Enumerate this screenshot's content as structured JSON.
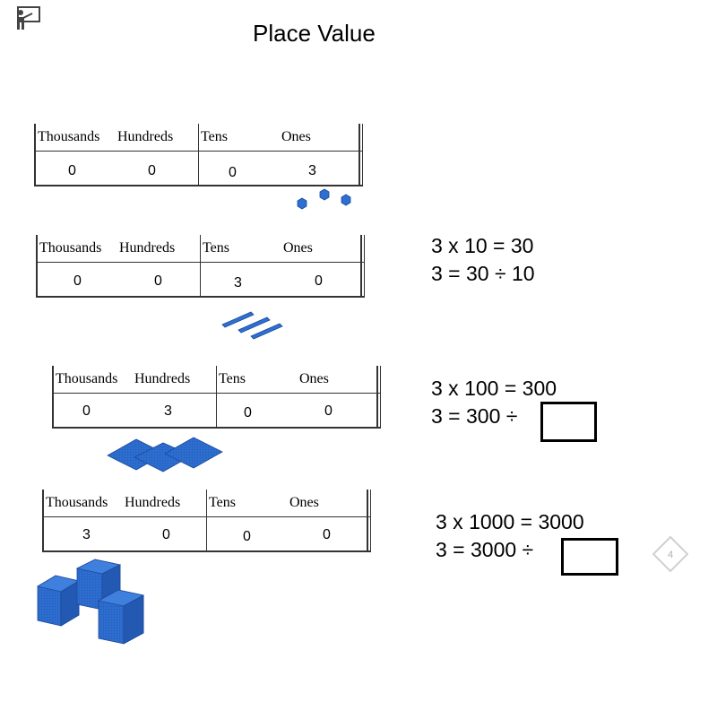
{
  "slide": {
    "title": "Place Value",
    "page_number": "4",
    "icons": [
      "presentation-teacher-icon",
      "diamond-page-marker"
    ],
    "block_color": "#2e6fd1"
  },
  "tables": [
    {
      "headers": [
        "Thousands",
        "Hundreds",
        "Tens",
        "Ones"
      ],
      "values": [
        "0",
        "0",
        "0",
        "3"
      ],
      "blocks": "3 unit cubes"
    },
    {
      "headers": [
        "Thousands",
        "Hundreds",
        "Tens",
        "Ones"
      ],
      "values": [
        "0",
        "0",
        "3",
        "0"
      ],
      "blocks": "3 ten rods"
    },
    {
      "headers": [
        "Thousands",
        "Hundreds",
        "Tens",
        "Ones"
      ],
      "values": [
        "0",
        "3",
        "0",
        "0"
      ],
      "blocks": "3 hundred flats"
    },
    {
      "headers": [
        "Thousands",
        "Hundreds",
        "Tens",
        "Ones"
      ],
      "values": [
        "3",
        "0",
        "0",
        "0"
      ],
      "blocks": "3 thousand cubes"
    }
  ],
  "equations": [
    {
      "line1": "3 x 10 = 30",
      "line2": "3 = 30 ÷ 10"
    },
    {
      "line1": "3 x 100 = 300",
      "line2": "3 = 300 ÷"
    },
    {
      "line1": "3 x 1000 = 3000",
      "line2": "3 = 3000 ÷"
    }
  ]
}
